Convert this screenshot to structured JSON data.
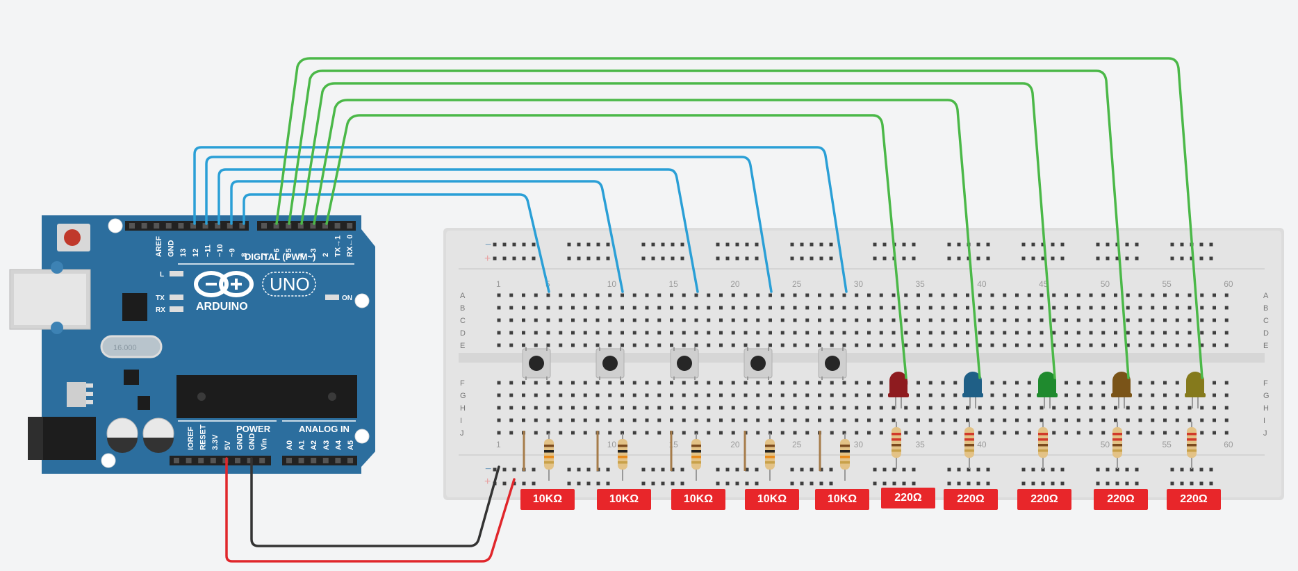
{
  "board": {
    "brand": "ARDUINO",
    "model": "UNO",
    "digital_label": "DIGITAL (PWM~)",
    "power_label": "POWER",
    "analog_label": "ANALOG IN",
    "on_label": "ON",
    "l_label": "L",
    "tx_label": "TX",
    "rx_label": "RX",
    "crystal_label": "16.000",
    "digital_pins_left": [
      "AREF",
      "GND",
      "13",
      "12",
      "~11",
      "~10",
      "~9",
      "8"
    ],
    "digital_pins_right": [
      "7",
      "~6",
      "~5",
      "4",
      "~3",
      "2",
      "TX→1",
      "RX←0"
    ],
    "power_pins": [
      "IOREF",
      "RESET",
      "3.3V",
      "5V",
      "GND",
      "GND",
      "Vin"
    ],
    "analog_pins": [
      "A0",
      "A1",
      "A2",
      "A3",
      "A4",
      "A5"
    ]
  },
  "breadboard": {
    "column_numbers": [
      "1",
      "5",
      "10",
      "15",
      "20",
      "25",
      "30",
      "35",
      "40",
      "45",
      "50",
      "55",
      "60"
    ],
    "rows_top": [
      "A",
      "B",
      "C",
      "D",
      "E"
    ],
    "rows_bottom": [
      "F",
      "G",
      "H",
      "I",
      "J"
    ],
    "rail_minus": "−",
    "rail_plus": "+"
  },
  "components": {
    "button_resistors": [
      "10KΩ",
      "10KΩ",
      "10KΩ",
      "10KΩ",
      "10KΩ"
    ],
    "led_resistors": [
      "220Ω",
      "220Ω",
      "220Ω",
      "220Ω",
      "220Ω"
    ],
    "led_colors": [
      "#8e1b1f",
      "#1f5f86",
      "#1f8a2e",
      "#7a5418",
      "#857a1c"
    ]
  },
  "colors": {
    "wire_signal_button": "#2a9fd6",
    "wire_signal_led": "#4bb848",
    "wire_power": "#e0262b",
    "wire_ground": "#333333",
    "board": "#2c6e9e",
    "label_badge": "#e8262a"
  }
}
